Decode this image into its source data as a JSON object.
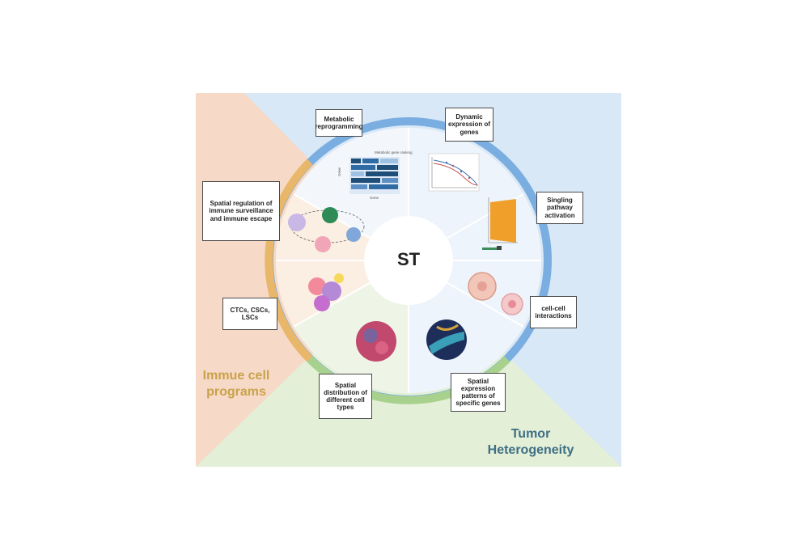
{
  "center": {
    "label": "ST"
  },
  "regions": {
    "immune": {
      "label": "Immue cell programs",
      "color": "#c9a24a"
    },
    "tumor": {
      "label": "Tumor Heterogeneity",
      "color": "#3e6f86"
    }
  },
  "boxes": {
    "metabolic": "Metabolic reprogramming",
    "dynamic": "Dynamic expression of genes",
    "singling": "Singling pathway activation",
    "cellcell": "cell-cell interactions",
    "spatial_patterns": "Spatial expression patterns of specific genes",
    "spatial_distribution": "Spatial distribution of different cell types",
    "ctcs": "CTCs, CSCs, LSCs",
    "immune_regulation": "Spatial regulation of immune surveillance and immune escape"
  },
  "heatmap": {
    "title": "Metabolic gene ranking",
    "ylabel": "Gene",
    "xlabel": "Gene"
  },
  "colors": {
    "blue_ring": "#7aaee0",
    "orange_ring": "#e8b76a",
    "green_ring": "#a9d18e",
    "blue_bg": "#d9e8f7",
    "peach_bg": "#f6d9c6",
    "green_bg": "#e3efd6"
  }
}
